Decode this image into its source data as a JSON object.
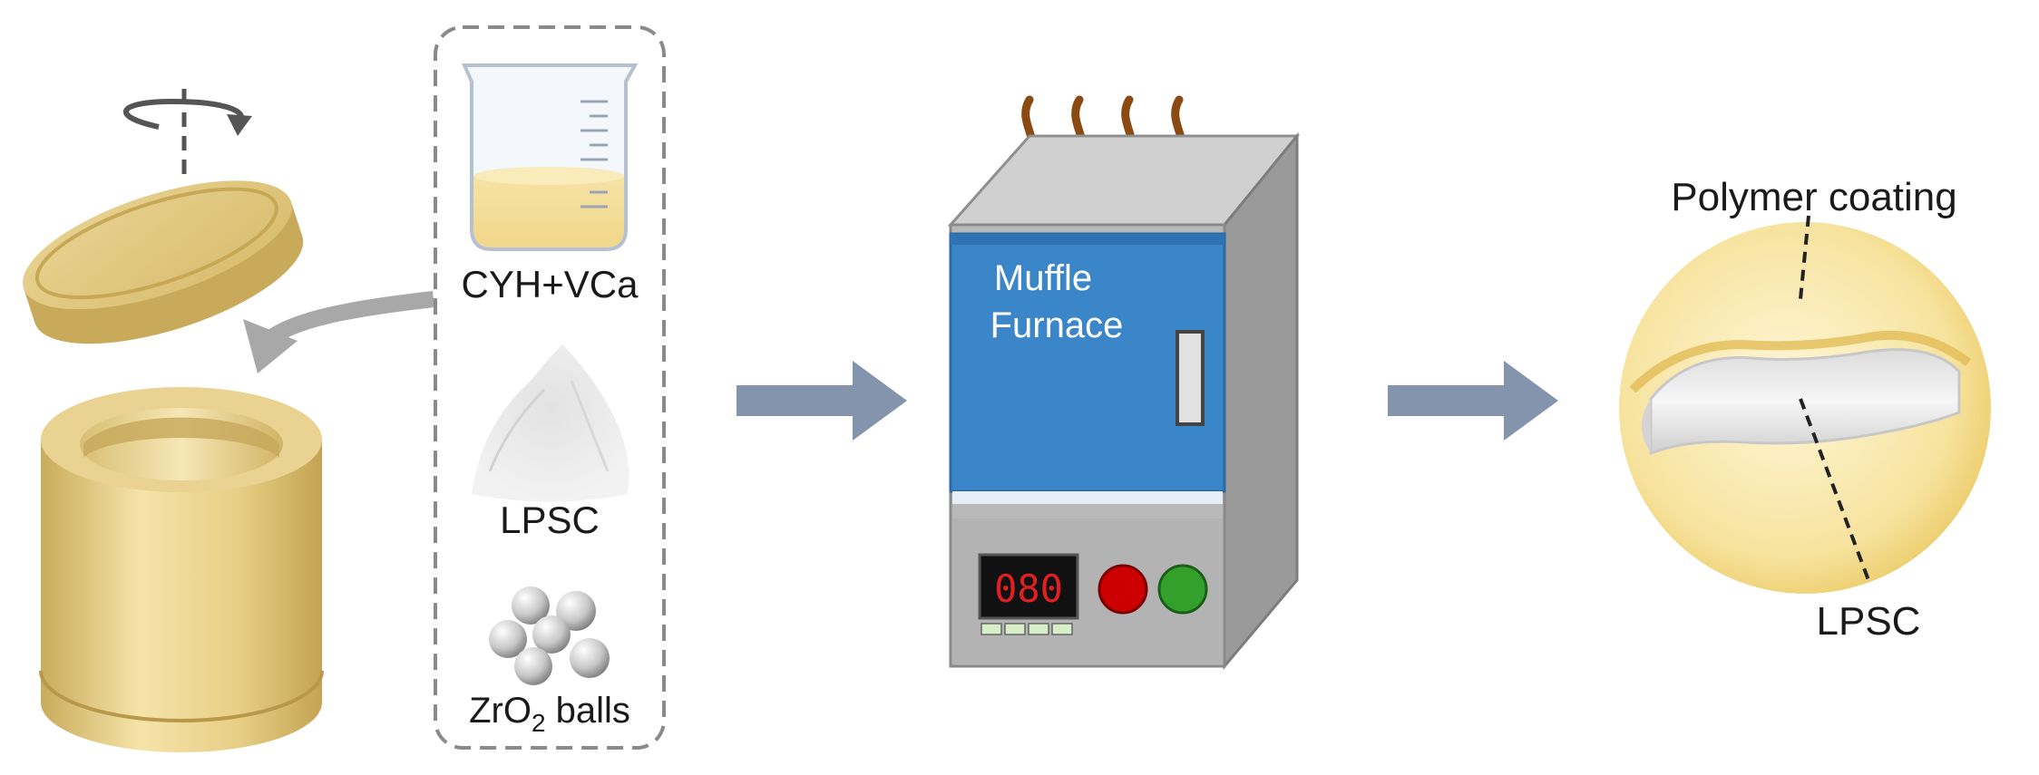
{
  "ingredients": {
    "solution_label": "CYH+VCa",
    "powder_label": "LPSC",
    "balls_label_main": "ZrO",
    "balls_label_sub": "2",
    "balls_label_rest": " balls"
  },
  "furnace": {
    "label_line1": "Muffle",
    "label_line2": "Furnace",
    "display_value": "080",
    "colors": {
      "door": "#3b86c8",
      "body": "#b9b9b9",
      "button_red": "#cc0000",
      "button_green": "#33a02c"
    }
  },
  "particle": {
    "coating_label": "Polymer coating",
    "core_label": "LPSC"
  },
  "colors": {
    "arrow": "#8494ac",
    "jar": "#e8d08a",
    "heat_wave": "#8a4a12"
  }
}
